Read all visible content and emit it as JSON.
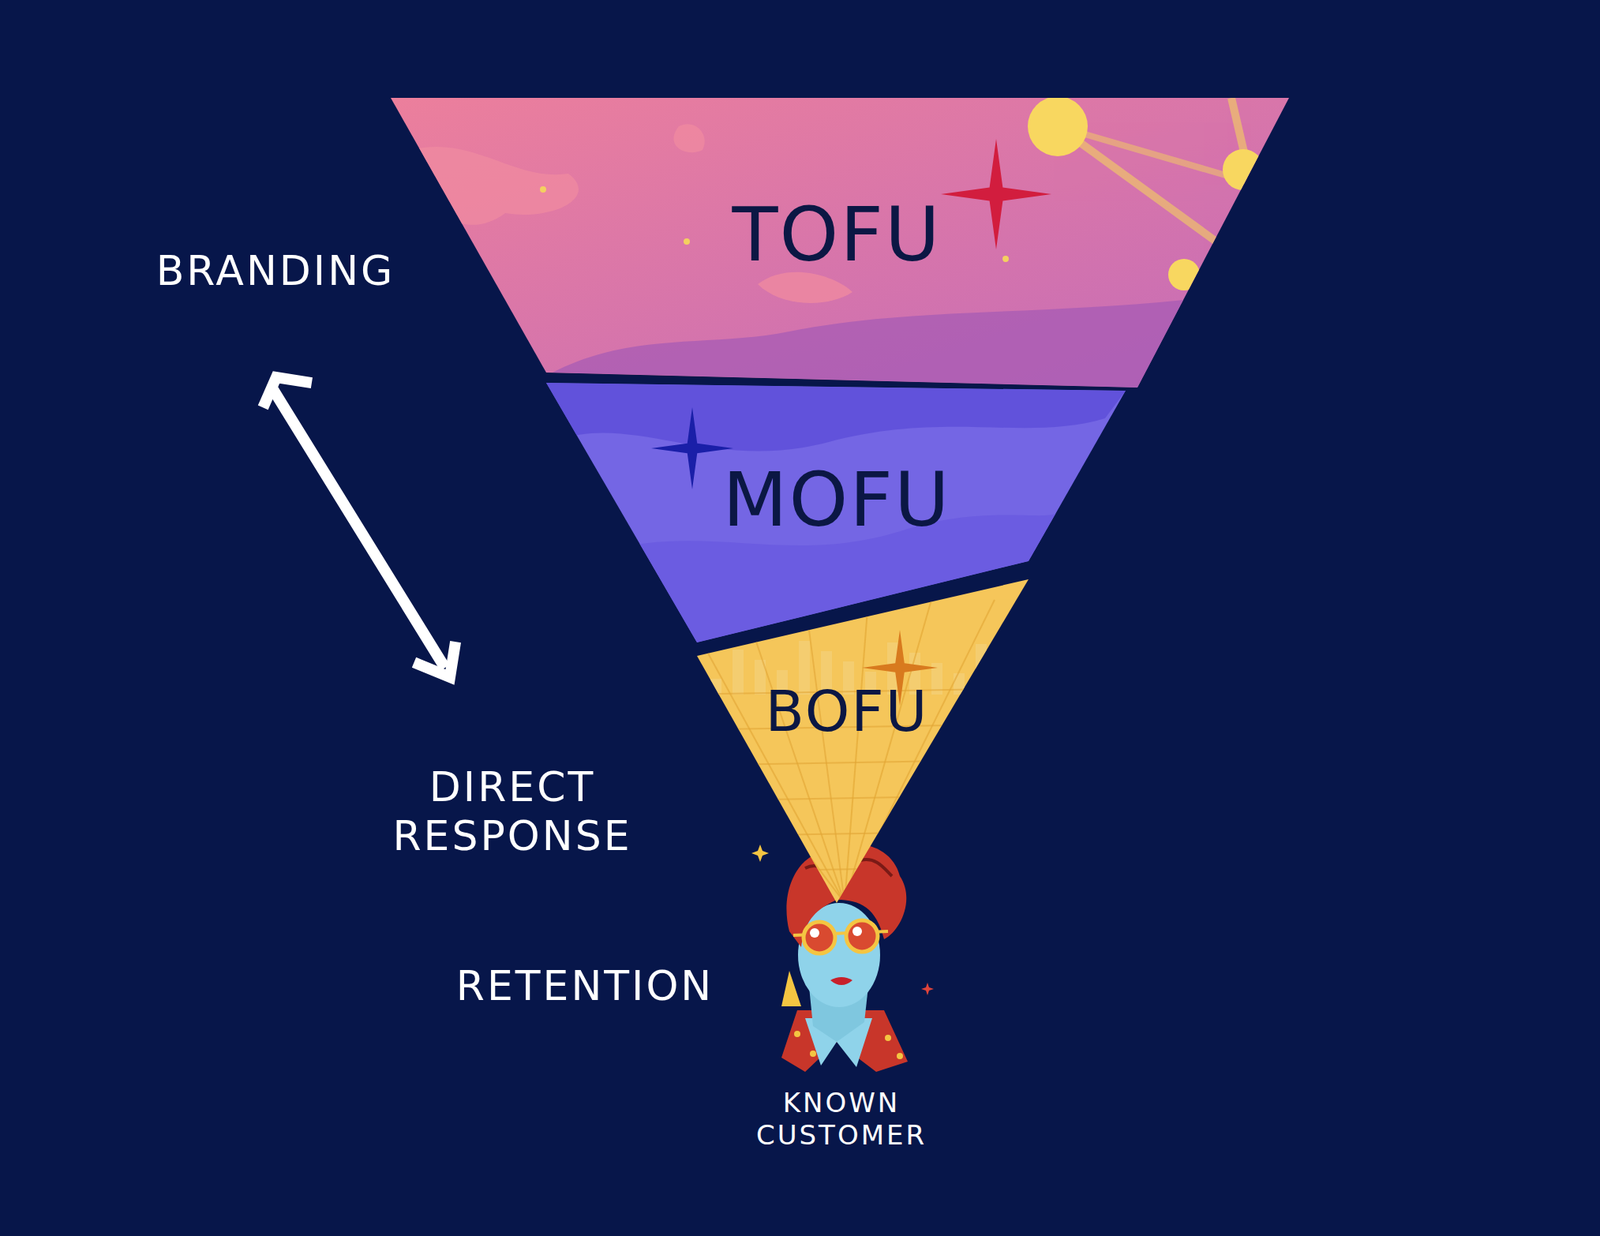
{
  "diagram": {
    "nodes": [
      {
        "text": [
          "TOFU"
        ]
      },
      {
        "text": [
          "MOFU"
        ]
      },
      {
        "text": [
          "BOFU"
        ]
      }
    ],
    "labels": [
      "BRANDING",
      "DIRECT RESPONSE",
      "RETENTION",
      "KNOWN CUSTOMER"
    ]
  }
}
